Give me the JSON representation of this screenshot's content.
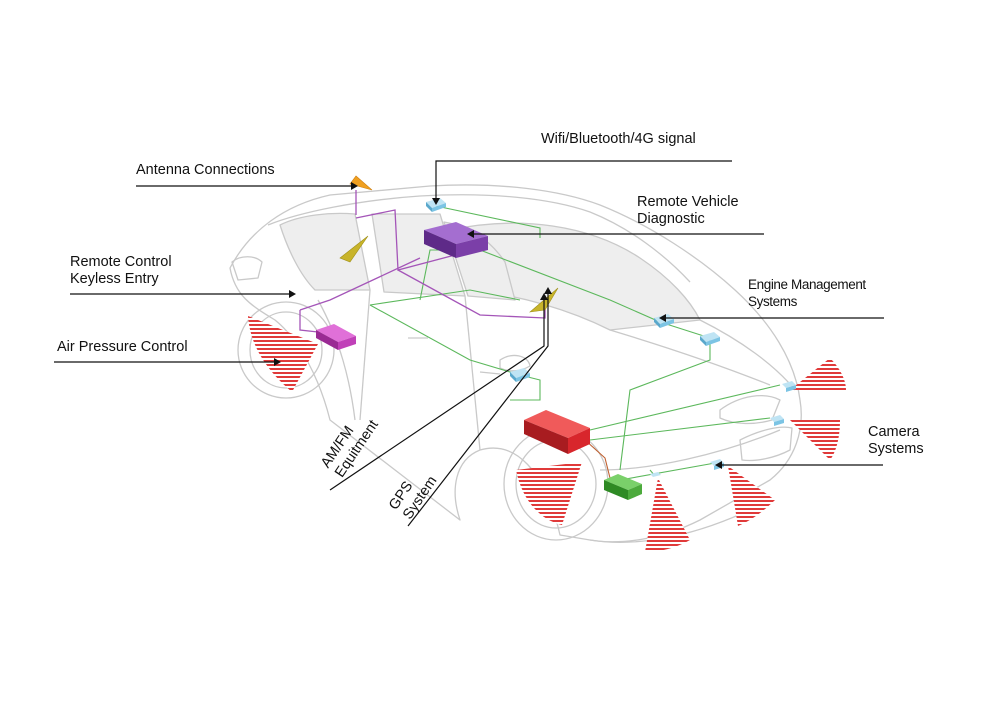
{
  "labels": {
    "wifi": "Wifi/Bluetooth/4G signal",
    "antenna": "Antenna Connections",
    "remote_diag_1": "Remote Vehicle",
    "remote_diag_2": "Diagnostic",
    "keyless_1": "Remote Control",
    "keyless_2": "Keyless Entry",
    "engine_1": "Engine Management",
    "engine_2": "Systems",
    "air": "Air Pressure Control",
    "camera_1": "Camera",
    "camera_2": "Systems",
    "amfm_1": "AM/FM",
    "amfm_2": "Equitment",
    "gps_1": "GPS",
    "gps_2": "System"
  },
  "colors": {
    "car_outline": "#c9c9c9",
    "glass": "#eeeeee",
    "green_wire": "#5cb85c",
    "purple_wire": "#a455b8",
    "purple_box": "#7b3fa8",
    "magenta_box": "#c040b8",
    "red_box": "#d8262c",
    "green_box": "#4caa3c",
    "blue_box": "#7cc4e4",
    "antenna": "#f0a020",
    "yellow_antenna": "#c8b42a",
    "radar": "#e03a3a"
  }
}
